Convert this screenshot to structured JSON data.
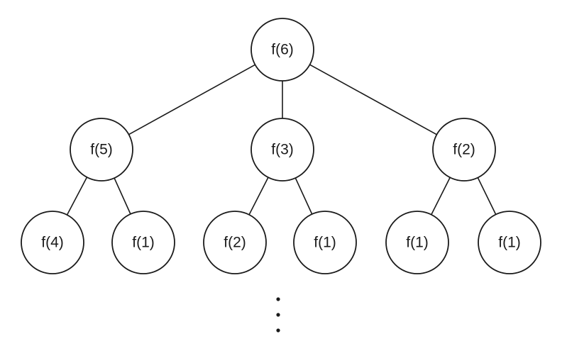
{
  "tree": {
    "root": {
      "label": "f(6)",
      "children": [
        {
          "label": "f(5)",
          "children": [
            {
              "label": "f(4)"
            },
            {
              "label": "f(1)"
            }
          ]
        },
        {
          "label": "f(3)",
          "children": [
            {
              "label": "f(2)"
            },
            {
              "label": "f(1)"
            }
          ]
        },
        {
          "label": "f(2)",
          "children": [
            {
              "label": "f(1)"
            },
            {
              "label": "f(1)"
            }
          ]
        }
      ]
    },
    "continuation": "⋮"
  },
  "colors": {
    "stroke": "#1a1a1a",
    "background": "#ffffff"
  }
}
